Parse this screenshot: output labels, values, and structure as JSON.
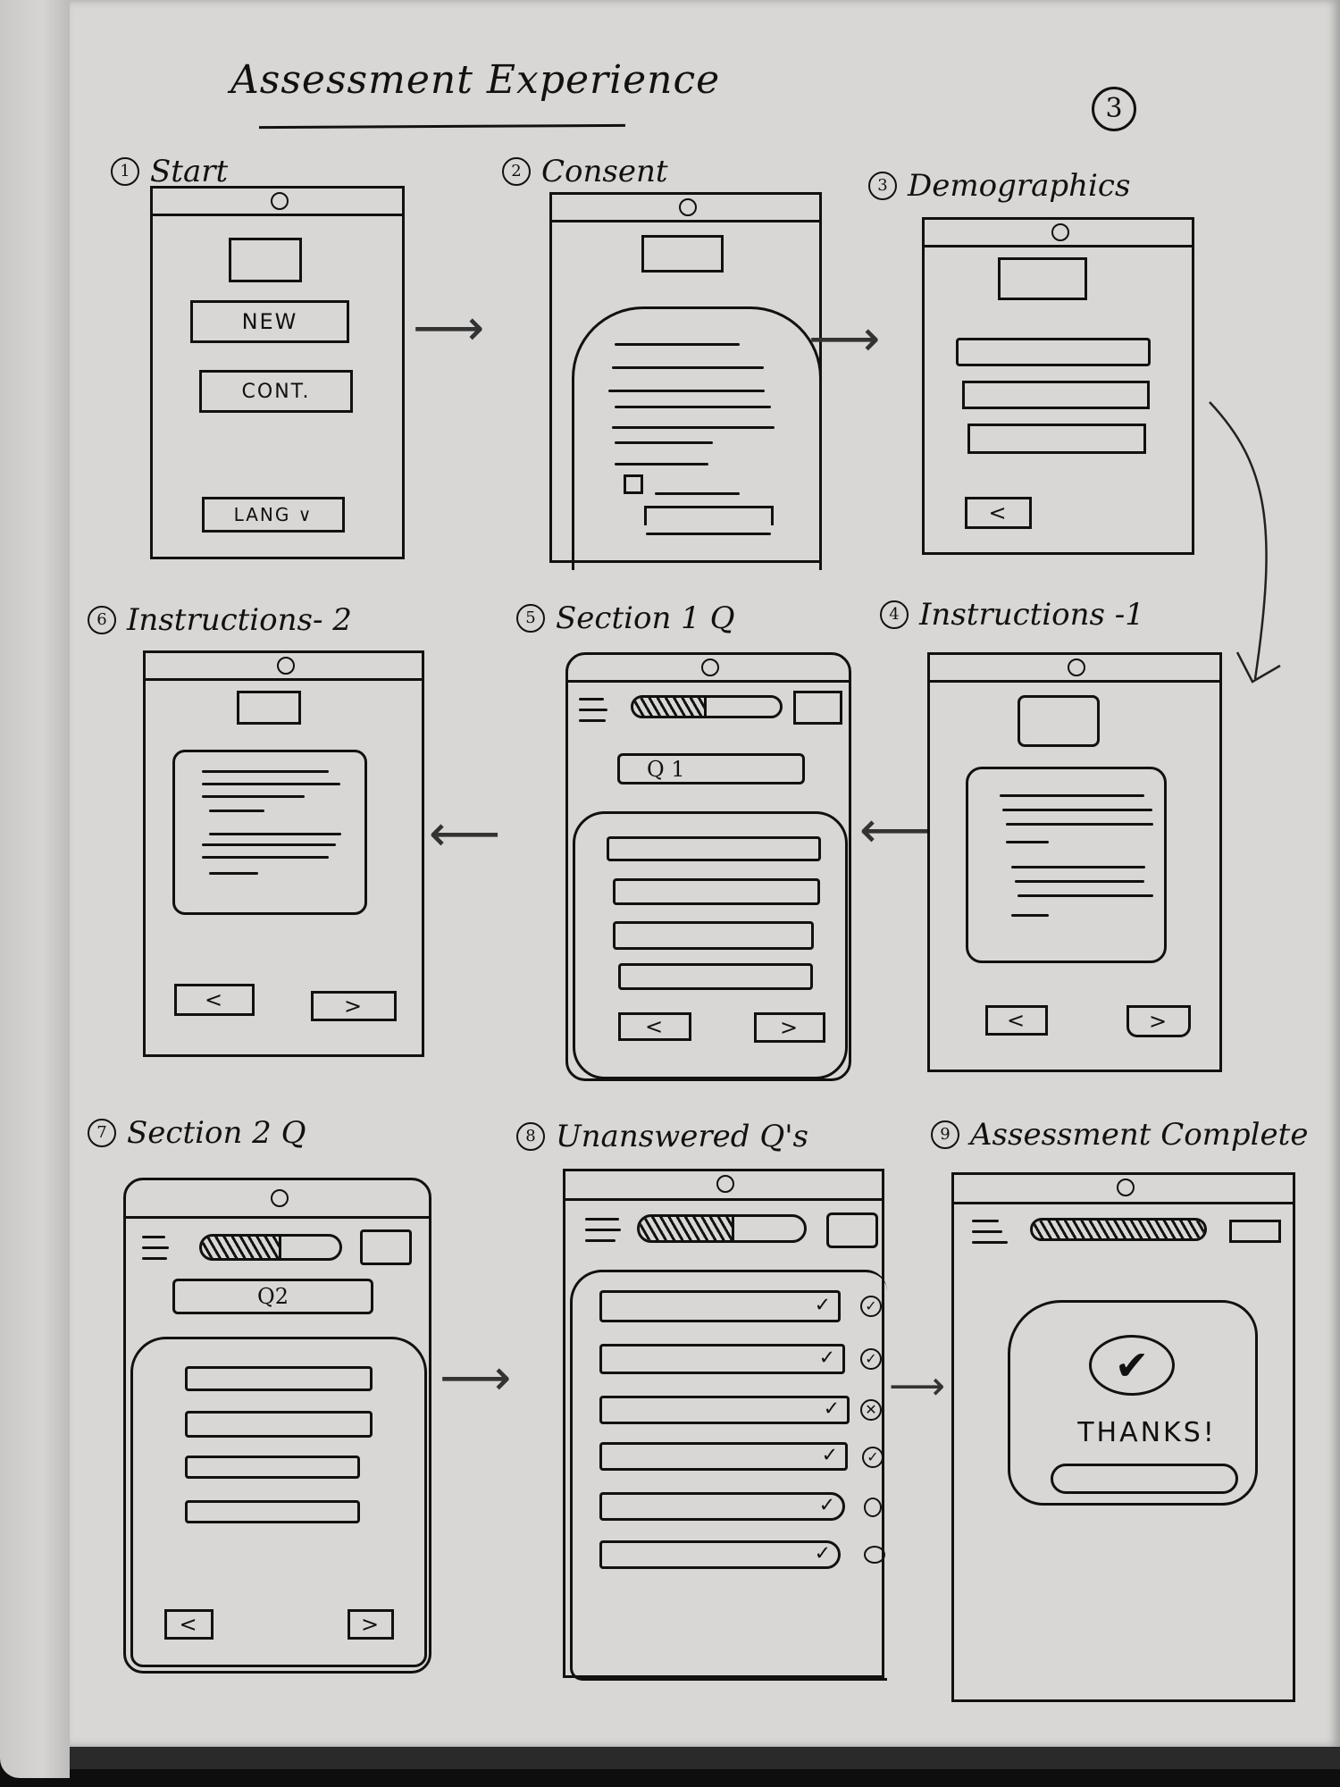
{
  "document": {
    "title": "Assessment Experience",
    "page_number": "3"
  },
  "screens": [
    {
      "step": "1",
      "label": "Start",
      "buttons": {
        "new": "NEW",
        "continue": "CONT.",
        "language": "LANG ∨"
      }
    },
    {
      "step": "2",
      "label": "Consent"
    },
    {
      "step": "3",
      "label": "Demographics",
      "back": "<"
    },
    {
      "step": "4",
      "label": "Instructions -1",
      "back": "<",
      "next": ">"
    },
    {
      "step": "5",
      "label": "Section 1 Q",
      "question": "Q 1",
      "back": "<",
      "next": ">"
    },
    {
      "step": "6",
      "label": "Instructions- 2",
      "back": "<",
      "next": ">"
    },
    {
      "step": "7",
      "label": "Section 2 Q",
      "question": "Q2",
      "back": "<",
      "next": ">"
    },
    {
      "step": "8",
      "label": "Unanswered Q's",
      "rows": [
        {
          "chevron": "✓",
          "status": "answered",
          "glyph": "✓"
        },
        {
          "chevron": "✓",
          "status": "answered",
          "glyph": "✓"
        },
        {
          "chevron": "✓",
          "status": "skipped",
          "glyph": "✕"
        },
        {
          "chevron": "✓",
          "status": "answered",
          "glyph": "✓"
        },
        {
          "chevron": "✓",
          "status": "unanswered",
          "glyph": ""
        },
        {
          "chevron": "✓",
          "status": "unanswered",
          "glyph": ""
        }
      ]
    },
    {
      "step": "9",
      "label": "Assessment Complete",
      "message": "THANKS!",
      "check_glyph": "✔"
    }
  ],
  "arrows": {
    "right": "⟶",
    "left": "⟵",
    "down": "↓"
  },
  "colors": {
    "paper": "#d8d7d5",
    "ink": "#111111",
    "background": "#0e0e0e"
  }
}
